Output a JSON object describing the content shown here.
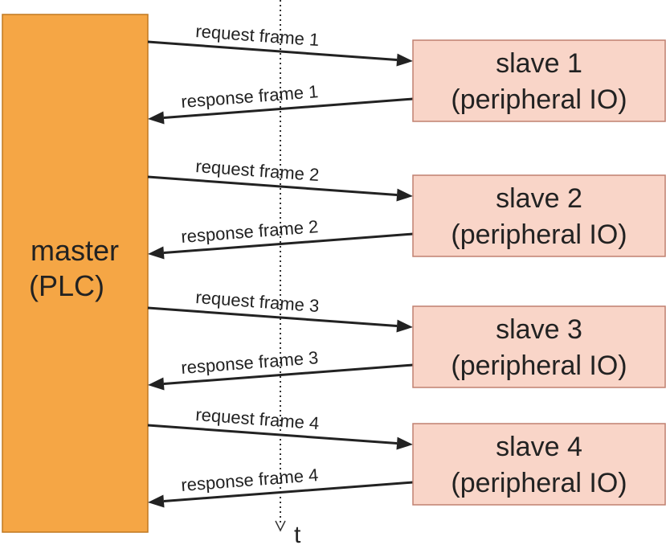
{
  "master": {
    "line1": "master",
    "line2": "(PLC)",
    "color": "#F5A645",
    "border": "#C07820"
  },
  "slave_color": "#F9D5C8",
  "slave_border": "#C08070",
  "slaves": [
    {
      "line1": "slave 1",
      "line2": "(peripheral IO)",
      "request": "request frame 1",
      "response": "response frame 1"
    },
    {
      "line1": "slave 2",
      "line2": "(peripheral IO)",
      "request": "request frame 2",
      "response": "response frame 2"
    },
    {
      "line1": "slave 3",
      "line2": "(peripheral IO)",
      "request": "request frame 3",
      "response": "response frame 3"
    },
    {
      "line1": "slave 4",
      "line2": "(peripheral IO)",
      "request": "request frame 4",
      "response": "response frame 4"
    }
  ],
  "time_axis_label": "t"
}
